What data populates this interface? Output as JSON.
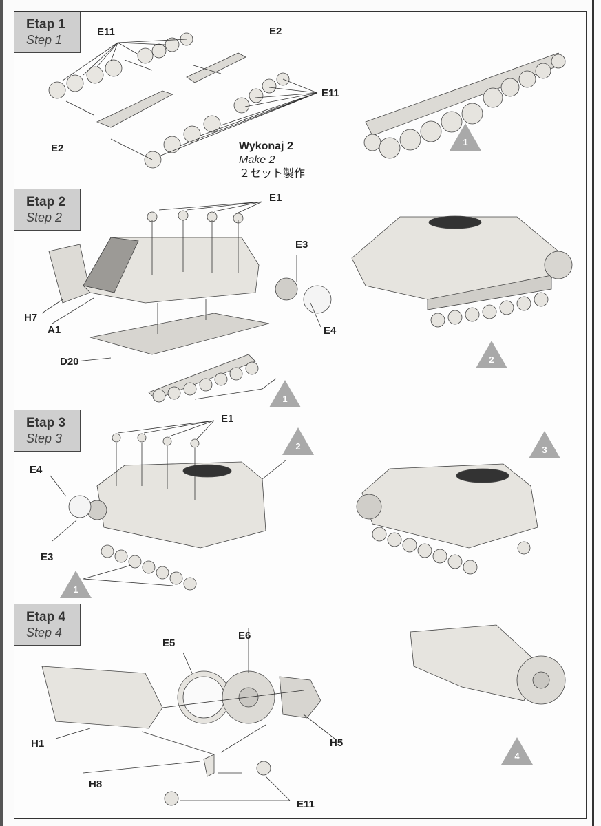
{
  "steps": [
    {
      "title": "Etap 1",
      "subtitle": "Step 1",
      "labels": {
        "e11_a": "E11",
        "e2_a": "E2",
        "e11_b": "E11",
        "e2_b": "E2"
      },
      "note": {
        "pl": "Wykonaj 2",
        "en": "Make 2",
        "jp": "２セット製作"
      },
      "ref": "1"
    },
    {
      "title": "Etap 2",
      "subtitle": "Step 2",
      "labels": {
        "e1": "E1",
        "e3": "E3",
        "e4": "E4",
        "h7": "H7",
        "a1": "A1",
        "d20": "D20"
      },
      "ref_in": "1",
      "ref": "2"
    },
    {
      "title": "Etap 3",
      "subtitle": "Step 3",
      "labels": {
        "e1": "E1",
        "e4": "E4",
        "e3": "E3"
      },
      "ref_in_a": "2",
      "ref_in_b": "1",
      "ref": "3"
    },
    {
      "title": "Etap 4",
      "subtitle": "Step 4",
      "labels": {
        "e5": "E5",
        "e6": "E6",
        "h1": "H1",
        "h5": "H5",
        "h8": "H8",
        "e11": "E11"
      },
      "ref": "4"
    }
  ],
  "colors": {
    "part": "#e4e2dd",
    "shade": "#c9c7c2",
    "triangle": "#a9a9a9"
  }
}
